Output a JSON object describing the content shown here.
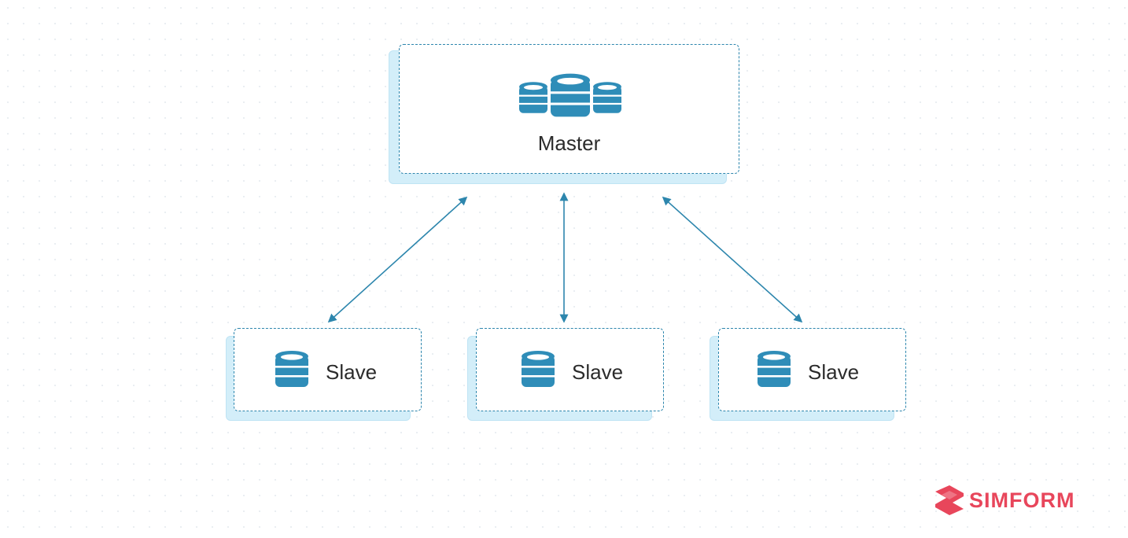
{
  "diagram": {
    "master": {
      "label": "Master",
      "icon": "database-cluster-icon"
    },
    "slaves": [
      {
        "label": "Slave",
        "icon": "database-icon"
      },
      {
        "label": "Slave",
        "icon": "database-icon"
      },
      {
        "label": "Slave",
        "icon": "database-icon"
      }
    ],
    "connections": [
      {
        "from": "Master",
        "to": "Slave 1",
        "direction": "bidirectional"
      },
      {
        "from": "Master",
        "to": "Slave 2",
        "direction": "bidirectional"
      },
      {
        "from": "Master",
        "to": "Slave 3",
        "direction": "bidirectional"
      }
    ]
  },
  "brand": {
    "name": "SIMFORM",
    "icon": "simform-logo-icon",
    "color": "#e8465b"
  },
  "colors": {
    "accent": "#2d86ad",
    "icon_fill": "#2f8db8",
    "shadow": "#d3eef9",
    "text": "#2b2b2b"
  }
}
